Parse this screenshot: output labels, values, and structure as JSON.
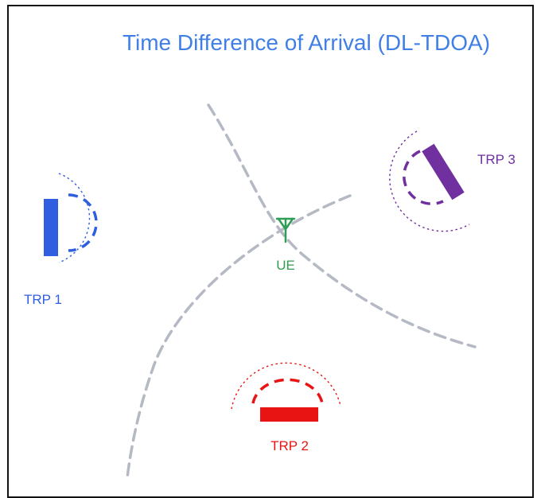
{
  "title": "Time Difference of Arrival (DL-TDOA)",
  "ue_label": "UE",
  "trps": [
    {
      "label": "TRP 1",
      "color": "#2f5fe0"
    },
    {
      "label": "TRP 2",
      "color": "#e81414"
    },
    {
      "label": "TRP 3",
      "color": "#7030a0"
    }
  ],
  "colors": {
    "title": "#3f7fe6",
    "ue": "#2e9e55",
    "hyperbola": "#b4b9c4",
    "frame": "#111111"
  },
  "icons": {
    "ue": "antenna-icon",
    "trp": "base-station-icon"
  }
}
